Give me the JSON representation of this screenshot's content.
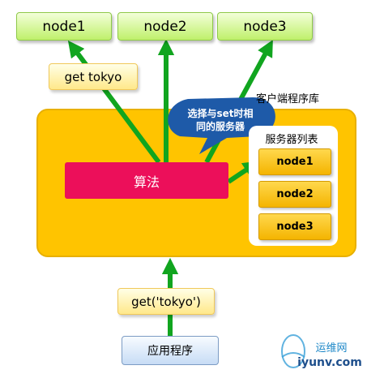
{
  "top_nodes": [
    "node1",
    "node2",
    "node3"
  ],
  "get_tokyo": "get tokyo",
  "client_library": "客户端程序库",
  "callout": {
    "line1": "选择与set时相",
    "line2": "同的服务器"
  },
  "algorithm": "算法",
  "server_list": {
    "title": "服务器列表",
    "nodes": [
      "node1",
      "node2",
      "node3"
    ]
  },
  "request": "get('tokyo')",
  "application": "应用程序",
  "watermark": {
    "text": "运维网",
    "domain": "iyunv.com"
  },
  "colors": {
    "arrow": "#11a51f",
    "client_library": "#ffc400",
    "algorithm": "#ec0f5a",
    "callout": "#1e5aa8"
  }
}
